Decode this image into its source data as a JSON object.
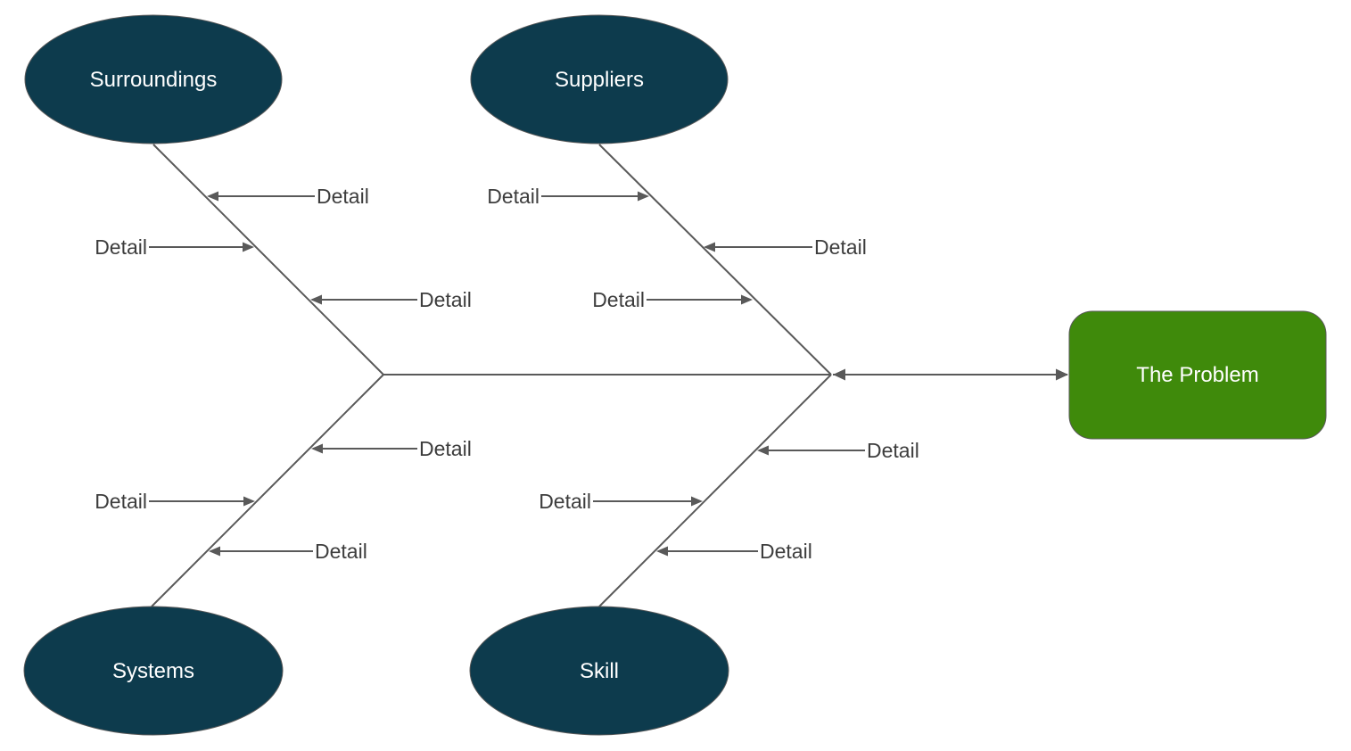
{
  "diagram": {
    "problem": {
      "label": "The Problem"
    },
    "categories": [
      {
        "name": "Surroundings",
        "position": "top-left",
        "details": [
          "Detail",
          "Detail",
          "Detail"
        ]
      },
      {
        "name": "Suppliers",
        "position": "top-right",
        "details": [
          "Detail",
          "Detail",
          "Detail"
        ]
      },
      {
        "name": "Systems",
        "position": "bottom-left",
        "details": [
          "Detail",
          "Detail",
          "Detail"
        ]
      },
      {
        "name": "Skill",
        "position": "bottom-right",
        "details": [
          "Detail",
          "Detail",
          "Detail"
        ]
      }
    ],
    "colors": {
      "category_fill": "#0d3b4d",
      "category_text": "#ffffff",
      "problem_fill": "#3f8a0b",
      "problem_text": "#ffffff",
      "line": "#595959",
      "detail_text": "#3d3d3d",
      "background": "#ffffff"
    }
  }
}
